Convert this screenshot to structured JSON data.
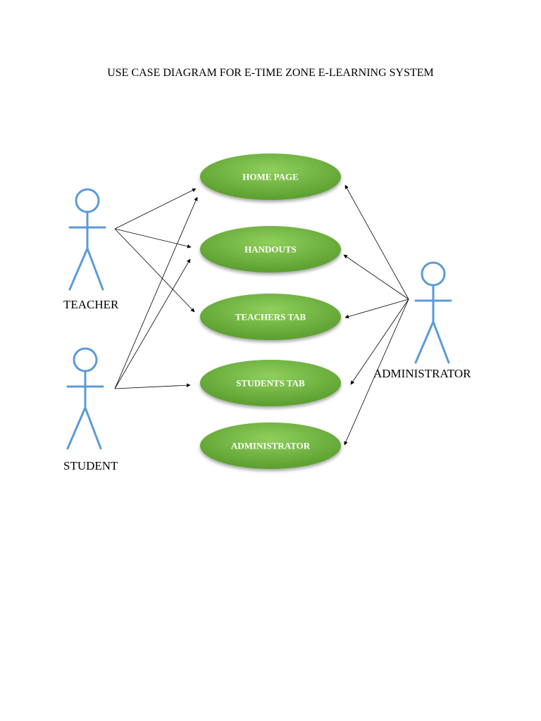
{
  "title": "USE CASE DIAGRAM FOR E-TIME ZONE E-LEARNING SYSTEM",
  "colors": {
    "actor_stroke": "#5b9bd5",
    "usecase_light": "#8fcf5c",
    "usecase_dark": "#5a9e2f",
    "arrow": "#000000",
    "label_text": "#ffffff"
  },
  "actors": [
    {
      "id": "teacher",
      "label": "TEACHER"
    },
    {
      "id": "student",
      "label": "STUDENT"
    },
    {
      "id": "administrator",
      "label": "ADMINISTRATOR"
    }
  ],
  "use_cases": [
    {
      "id": "home_page",
      "label": "HOME PAGE"
    },
    {
      "id": "handouts",
      "label": "HANDOUTS"
    },
    {
      "id": "teachers_tab",
      "label": "TEACHERS TAB"
    },
    {
      "id": "students_tab",
      "label": "STUDENTS TAB"
    },
    {
      "id": "administrator_uc",
      "label": "ADMINISTRATOR"
    }
  ],
  "associations": [
    {
      "from": "teacher",
      "to": "home_page"
    },
    {
      "from": "teacher",
      "to": "handouts"
    },
    {
      "from": "teacher",
      "to": "teachers_tab"
    },
    {
      "from": "student",
      "to": "home_page"
    },
    {
      "from": "student",
      "to": "handouts"
    },
    {
      "from": "student",
      "to": "students_tab"
    },
    {
      "from": "administrator",
      "to": "home_page"
    },
    {
      "from": "administrator",
      "to": "handouts"
    },
    {
      "from": "administrator",
      "to": "teachers_tab"
    },
    {
      "from": "administrator",
      "to": "students_tab"
    },
    {
      "from": "administrator",
      "to": "administrator_uc"
    }
  ]
}
